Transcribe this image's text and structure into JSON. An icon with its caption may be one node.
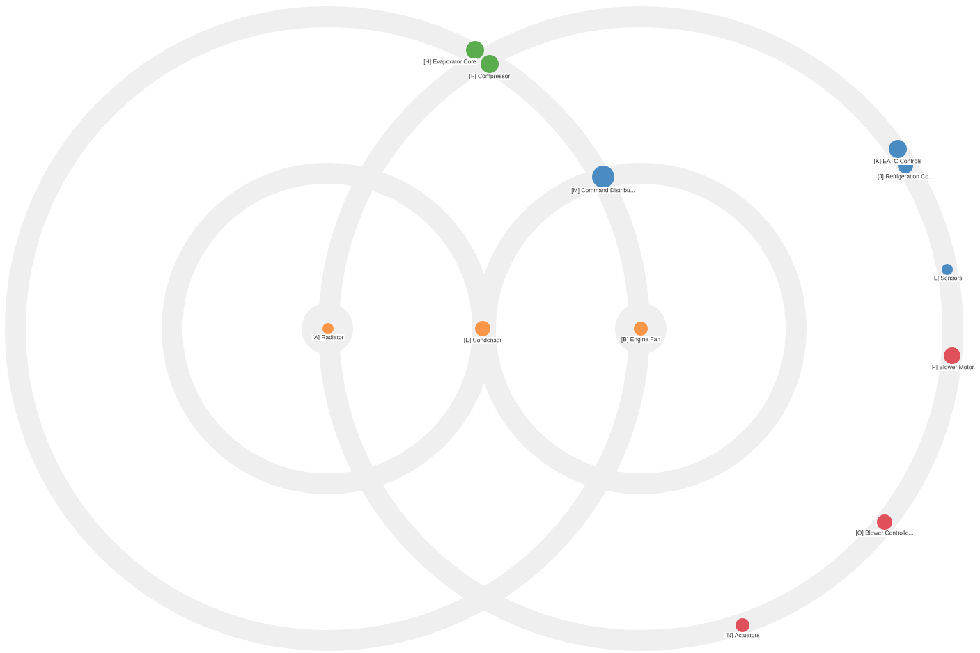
{
  "diagram": {
    "nodes": [
      {
        "text": [
          "[H] Evaporator Core"
        ]
      },
      {
        "text": [
          "[F] Compressor"
        ]
      },
      {
        "text": [
          "[K] EATC Controls"
        ]
      },
      {
        "text": [
          "[J] Refrigeration Co..."
        ]
      },
      {
        "text": [
          "[M] Command Distribu..."
        ]
      },
      {
        "text": [
          "[L] Sensors"
        ]
      },
      {
        "text": [
          "[A] Radiator"
        ]
      },
      {
        "text": [
          "[E] Condenser"
        ]
      },
      {
        "text": [
          "[B] Engine Fan"
        ]
      },
      {
        "text": [
          "[P] Blower Motor"
        ]
      },
      {
        "text": [
          "[O] Blower Controlle..."
        ]
      },
      {
        "text": [
          "[N] Actuators"
        ]
      }
    ]
  }
}
